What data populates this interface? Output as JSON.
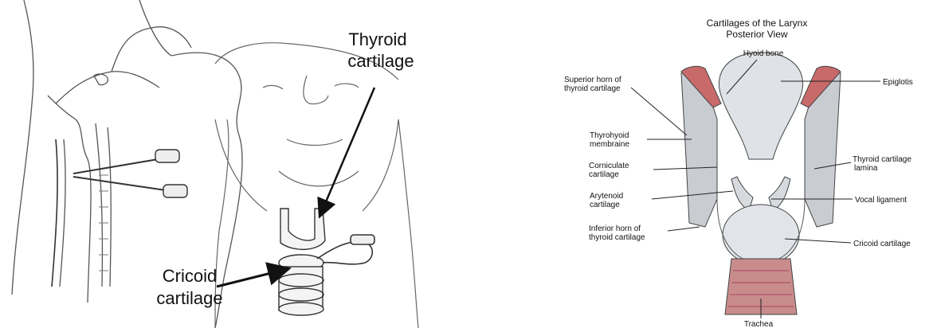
{
  "left_panel": {
    "labels": {
      "thyroid_line1": "Thyroid",
      "thyroid_line2": "cartilage",
      "cricoid_line1": "Cricoid",
      "cricoid_line2": "cartilage"
    }
  },
  "right_panel": {
    "title_line1": "Cartilages of the Larynx",
    "title_line2": "Posterior View",
    "labels": {
      "hyoid": "Hyoid bone",
      "superior_horn_1": "Superior horn of",
      "superior_horn_2": "thyroid cartilage",
      "thyrohyoid_1": "Thyrohyoid",
      "thyrohyoid_2": "membraine",
      "corniculate_1": "Corniculate",
      "corniculate_2": "cartilage",
      "arytenoid_1": "Arytenoid",
      "arytenoid_2": "cartilage",
      "inferior_horn_1": "Inferior horn of",
      "inferior_horn_2": "thyroid cartilage",
      "epiglottis": "Epiglotis",
      "thyroid_lamina_1": "Thyroid cartilage",
      "thyroid_lamina_2": "lamina",
      "vocal_ligament": "Vocal ligament",
      "cricoid": "Cricoid cartilage",
      "trachea": "Trachea"
    }
  }
}
